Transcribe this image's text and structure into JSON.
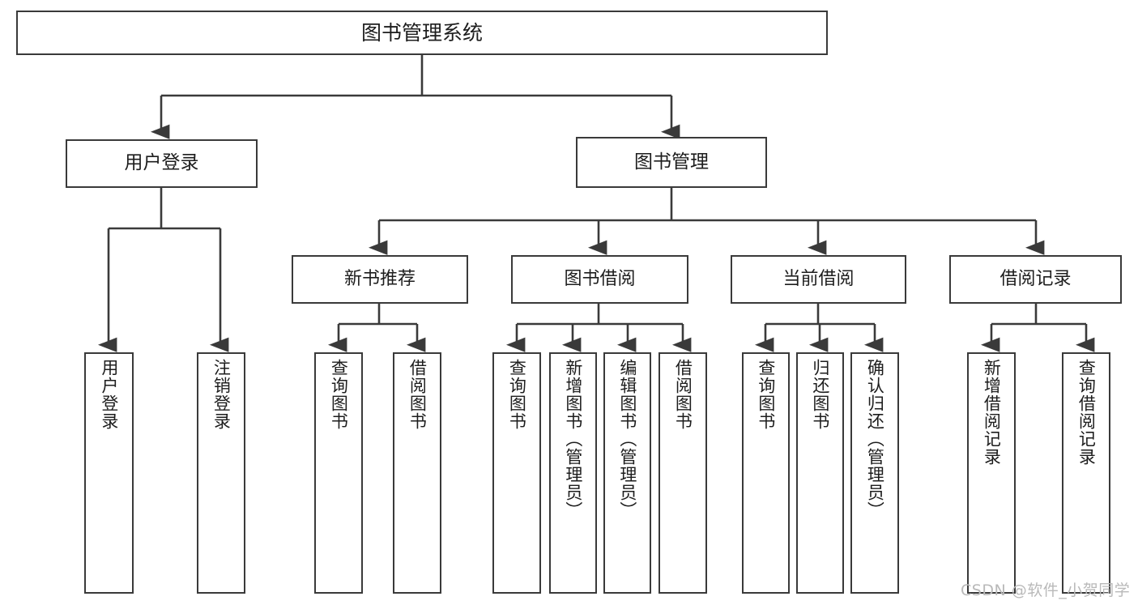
{
  "diagram": {
    "type": "tree-hierarchy-chart",
    "title": "图书管理系统",
    "orientation": "top-down",
    "colors": {
      "box_border": "#3a3a3a",
      "box_fill": "#ffffff",
      "edge": "#3a3a3a",
      "text": "#1d1d1d",
      "watermark": "#b9b9b9",
      "background": "#ffffff"
    }
  },
  "root": {
    "label": "图书管理系统"
  },
  "level1": [
    {
      "label": "用户登录"
    },
    {
      "label": "图书管理"
    }
  ],
  "level2": [
    {
      "label": "新书推荐"
    },
    {
      "label": "图书借阅"
    },
    {
      "label": "当前借阅"
    },
    {
      "label": "借阅记录"
    }
  ],
  "leaves": {
    "user_login": [
      {
        "label": "用户登录"
      },
      {
        "label": "注销登录"
      }
    ],
    "new_book_recommend": [
      {
        "label": "查询图书"
      },
      {
        "label": "借阅图书"
      }
    ],
    "book_borrow": [
      {
        "label": "查询图书"
      },
      {
        "label": "新增图书（管理员）"
      },
      {
        "label": "编辑图书（管理员）"
      },
      {
        "label": "借阅图书"
      }
    ],
    "current_borrow": [
      {
        "label": "查询图书"
      },
      {
        "label": "归还图书"
      },
      {
        "label": "确认归还（管理员）"
      }
    ],
    "borrow_record": [
      {
        "label": "新增借阅记录"
      },
      {
        "label": "查询借阅记录"
      }
    ]
  },
  "watermark": {
    "text": "CSDN @软件_小贺同学"
  }
}
